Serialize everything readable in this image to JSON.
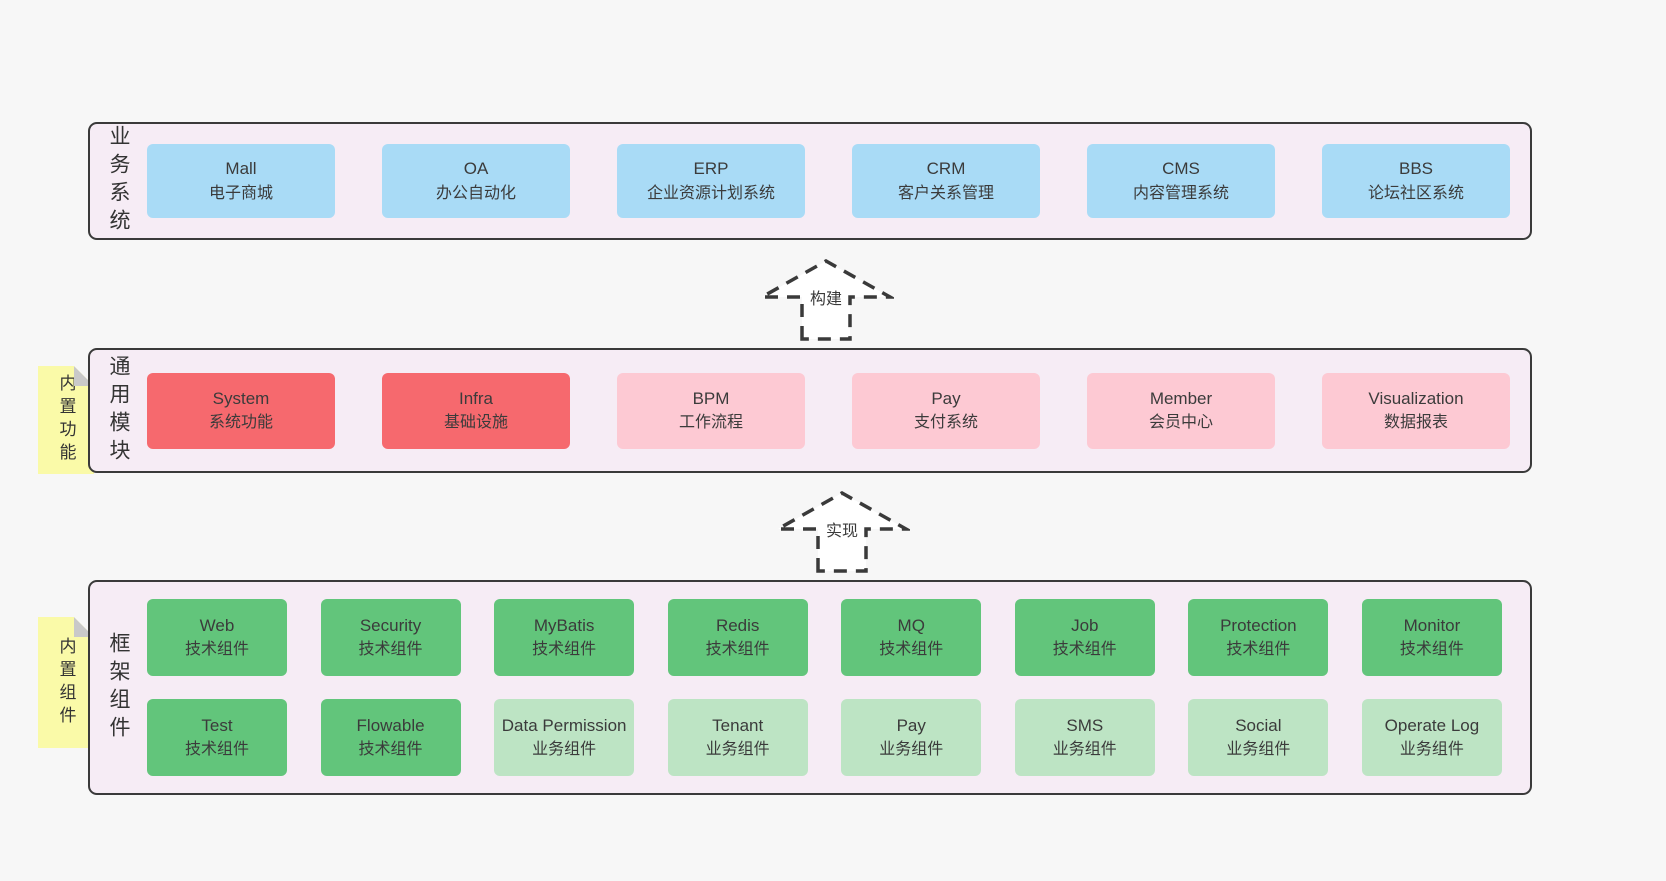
{
  "palette": {
    "page_bg": "#f7f7f7",
    "band_bg": "#f6ecf5",
    "band_border": "#3a3a3a",
    "box_blue": "#a9dbf6",
    "box_red": "#f6696e",
    "box_pink": "#fdc9d3",
    "box_green": "#62c57b",
    "box_light_green": "#bde4c4",
    "note_yellow": "#fafaa8",
    "note_fold": "#c9c9c9",
    "text": "#3b3b3b"
  },
  "bands": [
    {
      "label": "业务系统",
      "boxes": [
        {
          "title": "Mall",
          "subtitle": "电子商城"
        },
        {
          "title": "OA",
          "subtitle": "办公自动化"
        },
        {
          "title": "ERP",
          "subtitle": "企业资源计划系统"
        },
        {
          "title": "CRM",
          "subtitle": "客户关系管理"
        },
        {
          "title": "CMS",
          "subtitle": "内容管理系统"
        },
        {
          "title": "BBS",
          "subtitle": "论坛社区系统"
        }
      ]
    },
    {
      "label": "通用模块",
      "boxes": [
        {
          "title": "System",
          "subtitle": "系统功能"
        },
        {
          "title": "Infra",
          "subtitle": "基础设施"
        },
        {
          "title": "BPM",
          "subtitle": "工作流程"
        },
        {
          "title": "Pay",
          "subtitle": "支付系统"
        },
        {
          "title": "Member",
          "subtitle": "会员中心"
        },
        {
          "title": "Visualization",
          "subtitle": "数据报表"
        }
      ]
    },
    {
      "label": "框架组件",
      "rows": [
        [
          {
            "title": "Web",
            "subtitle": "技术组件"
          },
          {
            "title": "Security",
            "subtitle": "技术组件"
          },
          {
            "title": "MyBatis",
            "subtitle": "技术组件"
          },
          {
            "title": "Redis",
            "subtitle": "技术组件"
          },
          {
            "title": "MQ",
            "subtitle": "技术组件"
          },
          {
            "title": "Job",
            "subtitle": "技术组件"
          },
          {
            "title": "Protection",
            "subtitle": "技术组件"
          },
          {
            "title": "Monitor",
            "subtitle": "技术组件"
          }
        ],
        [
          {
            "title": "Test",
            "subtitle": "技术组件"
          },
          {
            "title": "Flowable",
            "subtitle": "技术组件"
          },
          {
            "title": "Data Permission",
            "subtitle": "业务组件"
          },
          {
            "title": "Tenant",
            "subtitle": "业务组件"
          },
          {
            "title": "Pay",
            "subtitle": "业务组件"
          },
          {
            "title": "SMS",
            "subtitle": "业务组件"
          },
          {
            "title": "Social",
            "subtitle": "业务组件"
          },
          {
            "title": "Operate Log",
            "subtitle": "业务组件"
          }
        ]
      ]
    }
  ],
  "notes": [
    {
      "text": "内置功能"
    },
    {
      "text": "内置组件"
    }
  ],
  "arrows": [
    {
      "label": "构建"
    },
    {
      "label": "实现"
    }
  ]
}
